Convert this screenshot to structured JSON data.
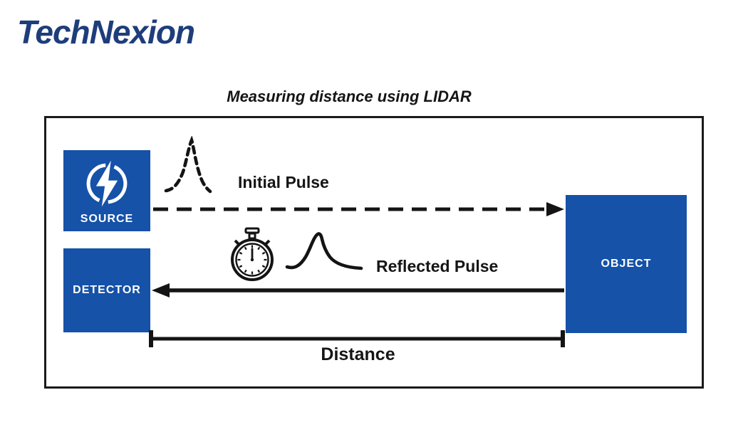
{
  "brand": {
    "logo_text": "TechNexion"
  },
  "header": {
    "title": "Measuring distance using LIDAR"
  },
  "diagram": {
    "source": {
      "label": "SOURCE",
      "icon": "lightning-bolt-icon"
    },
    "detector": {
      "label": "DETECTOR"
    },
    "object": {
      "label": "OBJECT"
    },
    "initial_pulse": {
      "label": "Initial Pulse",
      "icon": "initial-pulse-waveform-icon",
      "arrow_style": "dashed",
      "direction": "source-to-object"
    },
    "reflected_pulse": {
      "label": "Reflected Pulse",
      "icon": "stopwatch-icon",
      "arrow_style": "solid",
      "direction": "object-to-detector"
    },
    "distance": {
      "label": "Distance"
    }
  },
  "colors": {
    "brand_blue": "#1e3d7b",
    "box_blue": "#1552a8",
    "line_black": "#141414",
    "frame_border": "#1a1a1a",
    "background": "#ffffff"
  }
}
